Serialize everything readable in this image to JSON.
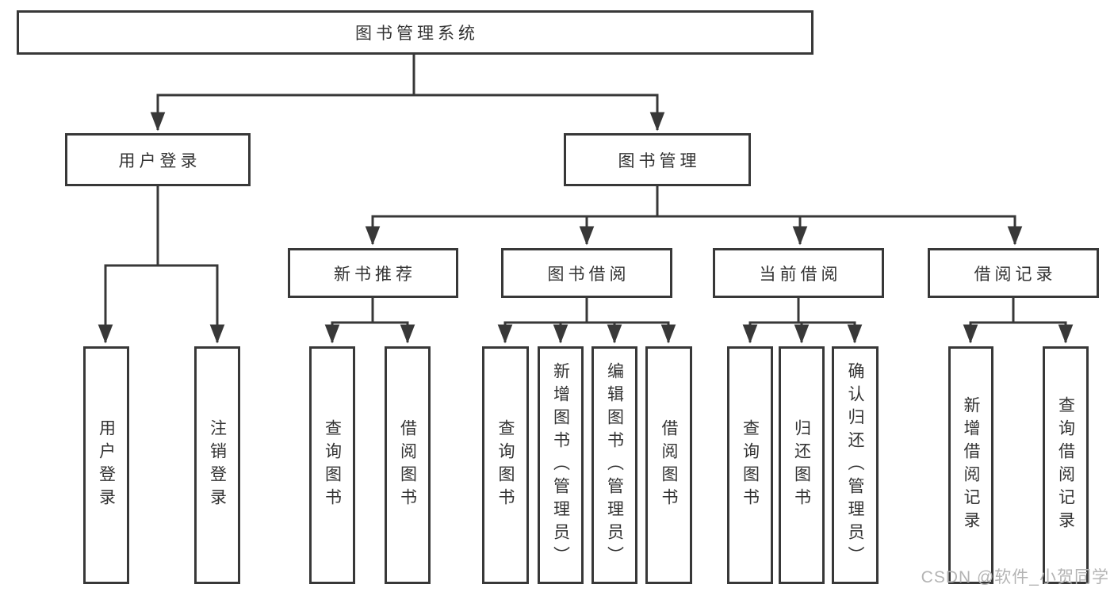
{
  "tree": {
    "root": "图书管理系统",
    "level2": [
      {
        "label": "用户登录",
        "children": [
          "用户登录",
          "注销登录"
        ]
      },
      {
        "label": "图书管理",
        "children": [
          {
            "label": "新书推荐",
            "children": [
              "查询图书",
              "借阅图书"
            ]
          },
          {
            "label": "图书借阅",
            "children": [
              "查询图书",
              "新增图书（管理员）",
              "编辑图书（管理员）",
              "借阅图书"
            ]
          },
          {
            "label": "当前借阅",
            "children": [
              "查询图书",
              "归还图书",
              "确认归还（管理员）"
            ]
          },
          {
            "label": "借阅记录",
            "children": [
              "新增借阅记录",
              "查询借阅记录"
            ]
          }
        ]
      }
    ]
  },
  "watermark": {
    "text": "CSDN @软件_小贺同学"
  },
  "colors": {
    "line": "#383838",
    "text": "#333333",
    "watermark": "#b4b4b4",
    "background": "#ffffff"
  }
}
